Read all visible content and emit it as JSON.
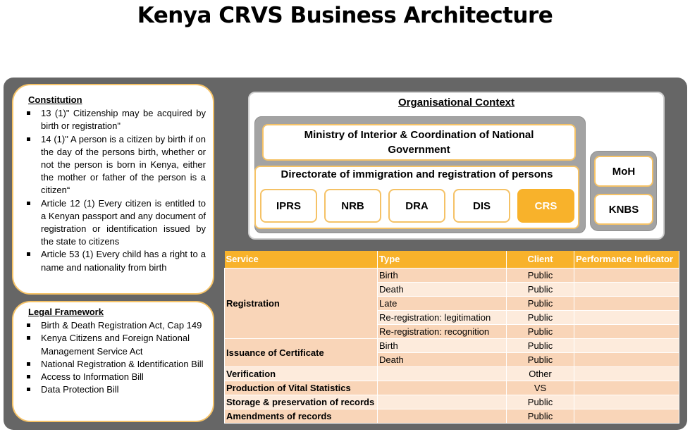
{
  "title": "Kenya CRVS Business Architecture",
  "constitution": {
    "heading": "Constitution",
    "items": [
      "13 (1)\" Citizenship may be acquired by birth or registration\"",
      "14 (1)\" A person is a citizen by birth if on the day of the persons birth, whether or not the person is born in Kenya, either the mother or father of the person is a citizen“",
      "Article 12 (1) Every citizen is entitled to a Kenyan passport and any document of registration or identification issued by the state to citizens",
      "Article 53 (1) Every child has a right to a name and nationality from birth"
    ]
  },
  "legal_framework": {
    "heading": "Legal Framework",
    "items": [
      "Birth & Death Registration Act, Cap 149",
      "Kenya Citizens and Foreign National Management Service Act",
      "National Registration & Identification Bill",
      "Access to Information Bill",
      "Data Protection Bill"
    ]
  },
  "org_context": {
    "title": "Organisational Context",
    "ministry": "Ministry of Interior & Coordination of National Government",
    "directorate": "Directorate of immigration and registration of persons",
    "agencies": [
      "IPRS",
      "NRB",
      "DRA",
      "DIS",
      "CRS"
    ],
    "highlighted_agency": "CRS",
    "side_bodies": [
      "MoH",
      "KNBS"
    ]
  },
  "services_table": {
    "headers": [
      "Service",
      "Type",
      "Client",
      "Performance Indicator"
    ],
    "rows": [
      {
        "service": "Registration",
        "type": "Birth",
        "client": "Public",
        "indicator": ""
      },
      {
        "service": "",
        "type": "Death",
        "client": "Public",
        "indicator": ""
      },
      {
        "service": "",
        "type": "Late",
        "client": "Public",
        "indicator": ""
      },
      {
        "service": "",
        "type": "Re-registration: legitimation",
        "client": "Public",
        "indicator": ""
      },
      {
        "service": "",
        "type": "Re-registration: recognition",
        "client": "Public",
        "indicator": ""
      },
      {
        "service": "Issuance of Certificate",
        "type": "Birth",
        "client": "Public",
        "indicator": ""
      },
      {
        "service": "",
        "type": "Death",
        "client": "Public",
        "indicator": ""
      },
      {
        "service": "Verification",
        "type": "",
        "client": "Other",
        "indicator": ""
      },
      {
        "service": "Production of Vital Statistics",
        "type": "",
        "client": "VS",
        "indicator": ""
      },
      {
        "service": "Storage & preservation of records",
        "type": "",
        "client": "Public",
        "indicator": ""
      },
      {
        "service": "Amendments of records",
        "type": "",
        "client": "Public",
        "indicator": ""
      }
    ]
  },
  "colors": {
    "accent": "#f8b22b",
    "border": "#f5c266",
    "panel": "#666666",
    "row_dark": "#f9d5b8",
    "row_light": "#fdebdc"
  }
}
